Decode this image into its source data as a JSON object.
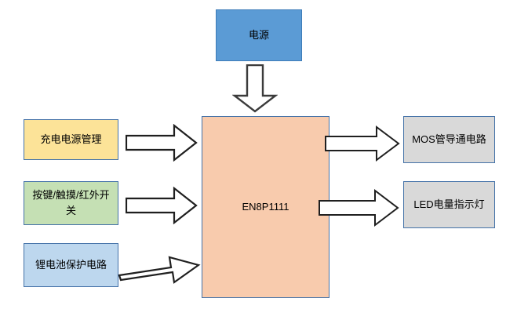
{
  "diagram": {
    "title": "EN8P1111 system block diagram",
    "nodes": {
      "power": {
        "label": "电源",
        "fill": "#5B9BD5",
        "border": "#3E7CB8"
      },
      "charge_management": {
        "label": "充电电源管理",
        "fill": "#FCE398",
        "border": "#4472A8"
      },
      "switch_input": {
        "label": "按键/触摸/红外开关",
        "fill": "#C5E0B4",
        "border": "#4472A8"
      },
      "battery_protection": {
        "label": "锂电池保护电路",
        "fill": "#BDD7EE",
        "border": "#4472A8"
      },
      "mcu": {
        "label": "EN8P1111",
        "fill": "#F8CBAD",
        "border": "#4472A8"
      },
      "mos_drive": {
        "label": "MOS管导通电路",
        "fill": "#D9D9D9",
        "border": "#4472A8"
      },
      "led_indicator": {
        "label": "LED电量指示灯",
        "fill": "#D9D9D9",
        "border": "#4472A8"
      }
    },
    "arrows": [
      {
        "name": "power-to-mcu",
        "direction": "down",
        "from": "power",
        "to": "mcu"
      },
      {
        "name": "charge-to-mcu",
        "direction": "right",
        "from": "charge_management",
        "to": "mcu"
      },
      {
        "name": "switch-to-mcu",
        "direction": "right",
        "from": "switch_input",
        "to": "mcu"
      },
      {
        "name": "battery-to-mcu",
        "direction": "right",
        "from": "battery_protection",
        "to": "mcu"
      },
      {
        "name": "mcu-to-mos",
        "direction": "right",
        "from": "mcu",
        "to": "mos_drive"
      },
      {
        "name": "mcu-to-led",
        "direction": "right",
        "from": "mcu",
        "to": "led_indicator"
      }
    ],
    "arrow_style": {
      "fill": "#FFFFFF",
      "stroke": "#262626"
    },
    "background": "#FFFFFF"
  }
}
